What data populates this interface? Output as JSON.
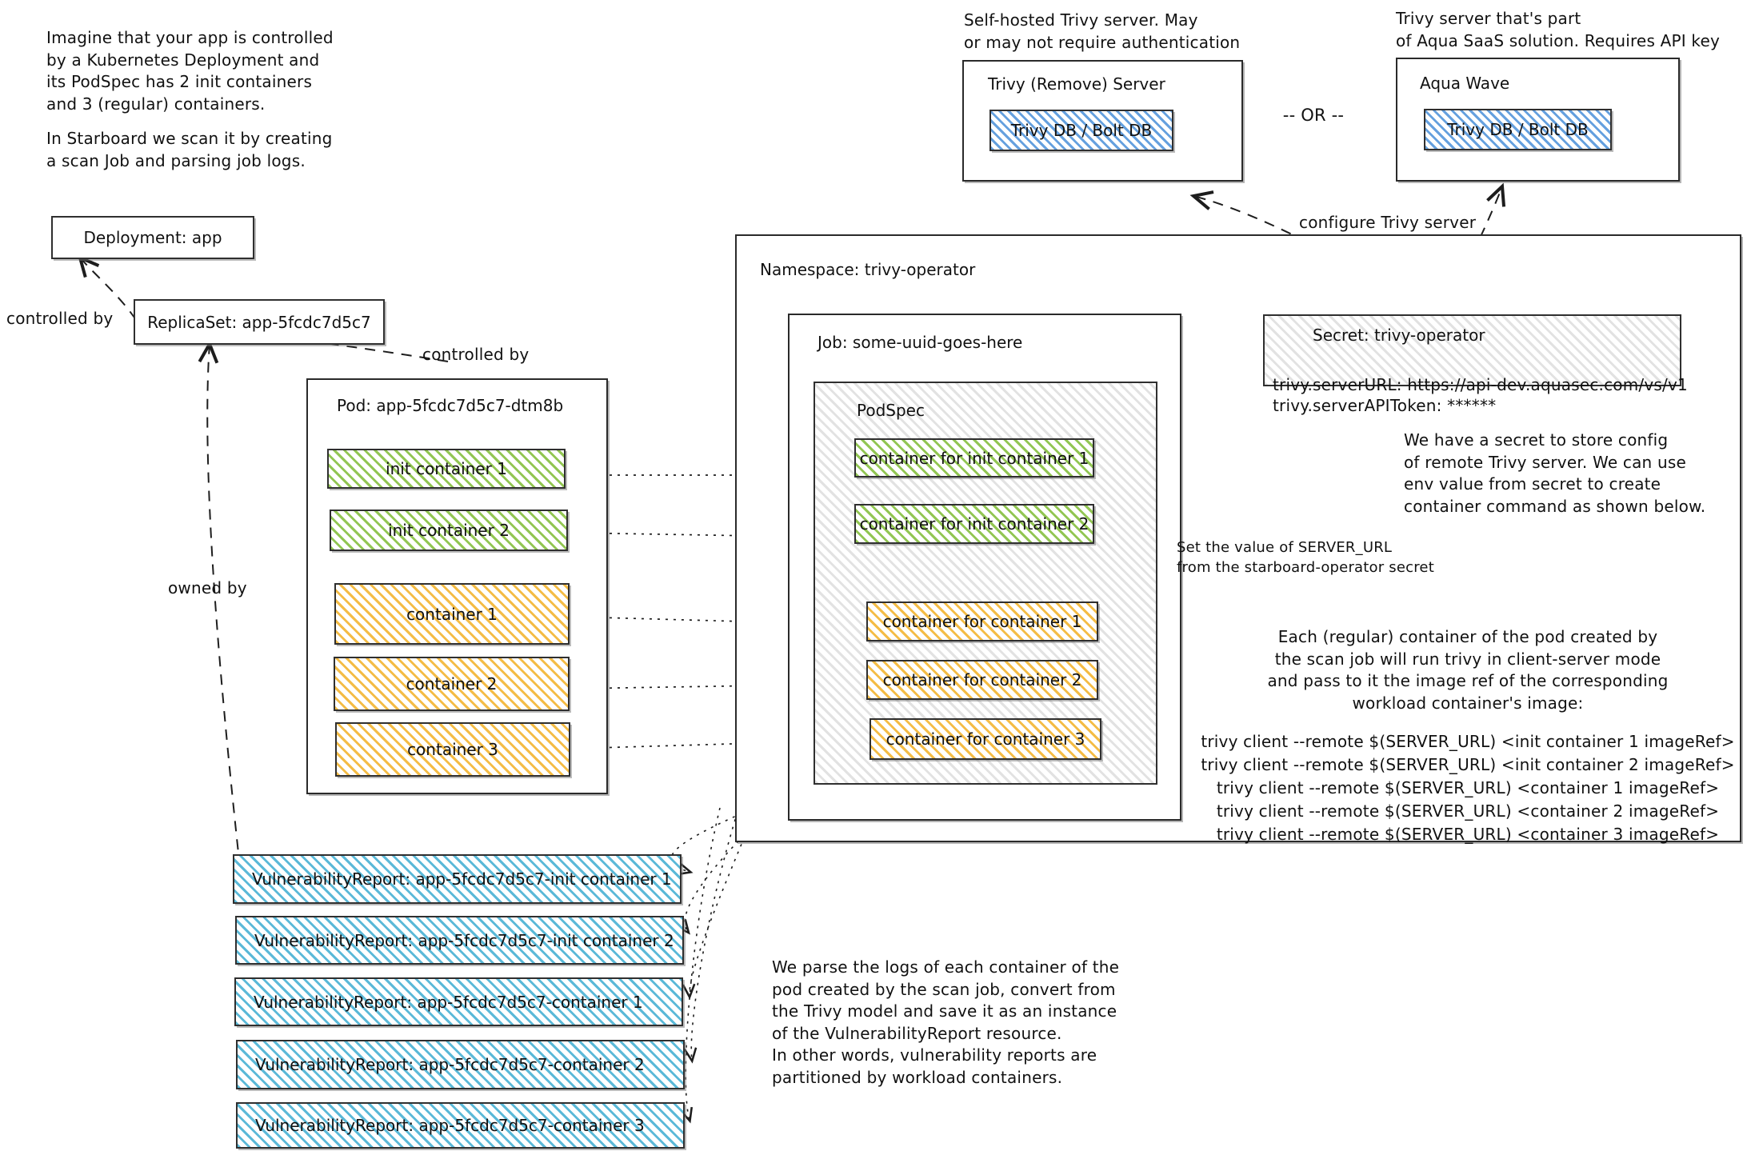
{
  "intro": {
    "paragraph1": "Imagine that your app is controlled\nby a Kubernetes Deployment and\nits PodSpec has 2 init containers\nand 3 (regular) containers.",
    "paragraph2": "In Starboard we scan it by creating\na scan Job and parsing job logs."
  },
  "servers": {
    "left_caption": "Self-hosted Trivy server. May\nor may not require authentication",
    "right_caption": "Trivy server that's part\nof Aqua SaaS solution. Requires API key",
    "or_label": "-- OR --",
    "left": {
      "title": "Trivy (Remove) Server",
      "db_label": "Trivy DB / Bolt DB"
    },
    "right": {
      "title": "Aqua Wave",
      "db_label": "Trivy DB / Bolt DB"
    }
  },
  "workload": {
    "deployment": "Deployment: app",
    "replicaset": "ReplicaSet: app-5fcdc7d5c7",
    "pod_title": "Pod: app-5fcdc7d5c7-dtm8b",
    "containers": [
      {
        "label": "init container 1",
        "kind": "init"
      },
      {
        "label": "init container 2",
        "kind": "init"
      },
      {
        "label": "container 1",
        "kind": "regular"
      },
      {
        "label": "container 2",
        "kind": "regular"
      },
      {
        "label": "container 3",
        "kind": "regular"
      }
    ]
  },
  "edge_labels": {
    "controlled_by_deployment": "controlled by",
    "controlled_by_replicaset": "controlled by",
    "owned_by": "owned by",
    "configure_trivy_server": "configure Trivy server"
  },
  "namespace": {
    "title": "Namespace: trivy-operator",
    "job_title": "Job: some-uuid-goes-here",
    "podspec_title": "PodSpec",
    "scan_containers": [
      {
        "label": "container for init container 1",
        "kind": "init"
      },
      {
        "label": "container for init container 2",
        "kind": "init"
      },
      {
        "label": "container for container 1",
        "kind": "regular"
      },
      {
        "label": "container for container 2",
        "kind": "regular"
      },
      {
        "label": "container for container 3",
        "kind": "regular"
      }
    ],
    "secret": {
      "title": "Secret: trivy-operator",
      "line1": "trivy.serverURL: https://api-dev.aquasec.com/vs/v1",
      "line2": "trivy.serverAPIToken: ******"
    }
  },
  "annotations": {
    "secret_note": "We have a secret to store config\nof remote Trivy server. We can use\nenv value from secret to create\ncontainer command as shown below.",
    "server_url_note": "Set the value of SERVER_URL\nfrom the starboard-operator secret",
    "each_container_note": "Each (regular) container of the pod created by\nthe scan job will run trivy in client-server mode\nand pass to it the image ref of the corresponding\nworkload container's image:",
    "parse_logs_note": "We parse the logs of each container of the\npod created by the scan job, convert from\nthe Trivy model and save it as an instance\nof the VulnerabilityReport resource.\nIn other words, vulnerability reports are\npartitioned by workload containers."
  },
  "commands": [
    "trivy client --remote $(SERVER_URL) <init container 1 imageRef>",
    "trivy client --remote $(SERVER_URL) <init container 2 imageRef>",
    "trivy client --remote $(SERVER_URL) <container 1 imageRef>",
    "trivy client --remote $(SERVER_URL) <container 2 imageRef>",
    "trivy client --remote $(SERVER_URL) <container 3 imageRef>"
  ],
  "reports": [
    "VulnerabilityReport: app-5fcdc7d5c7-init container 1",
    "VulnerabilityReport: app-5fcdc7d5c7-init container 2",
    "VulnerabilityReport: app-5fcdc7d5c7-container 1",
    "VulnerabilityReport: app-5fcdc7d5c7-container 2",
    "VulnerabilityReport: app-5fcdc7d5c7-container 3"
  ],
  "colors": {
    "init_container": "#8cc34a",
    "regular_container": "#f3b93c",
    "report": "#52b5d6",
    "db": "#4a90d9",
    "stroke": "#2a2a2a"
  }
}
